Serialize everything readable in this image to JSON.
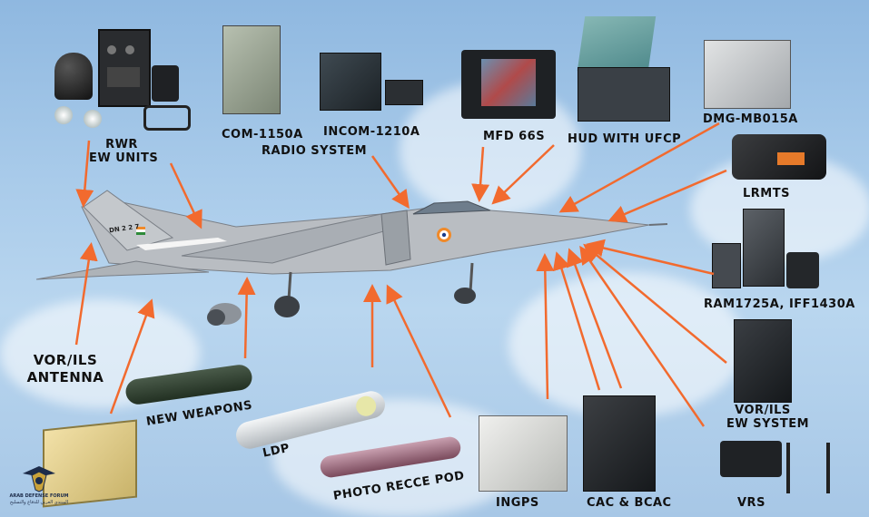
{
  "labels": {
    "rwr_line1": "RWR",
    "rwr_line2": "EW UNITS",
    "com": "COM-1150A",
    "incom": "INCOM-1210A",
    "radio_system": "RADIO SYSTEM",
    "mfd": "MFD 66S",
    "hud": "HUD WITH UFCP",
    "dmg": "DMG-MB015A",
    "lrmts": "LRMTS",
    "ram_iff": "RAM1725A, IFF1430A",
    "vor_ew_line1": "VOR/ILS",
    "vor_ew_line2": "EW SYSTEM",
    "vor_ant_line1": "VOR/ILS",
    "vor_ant_line2": "ANTENNA",
    "new_weapons": "NEW WEAPONS",
    "ldp": "LDP",
    "photo_recce": "PHOTO RECCE POD",
    "ingps": "INGPS",
    "cac": "CAC & BCAC",
    "vrs": "VRS"
  },
  "aircraft": {
    "tail_code": "DN 2 2 7"
  },
  "logo": {
    "line1": "ARAB DEFENSE FORUM",
    "line2": "المنتدى العربي للدفاع والتسليح"
  },
  "colors": {
    "arrow": "#f26a2e",
    "sky": "#a9cbea",
    "label": "#111111"
  }
}
